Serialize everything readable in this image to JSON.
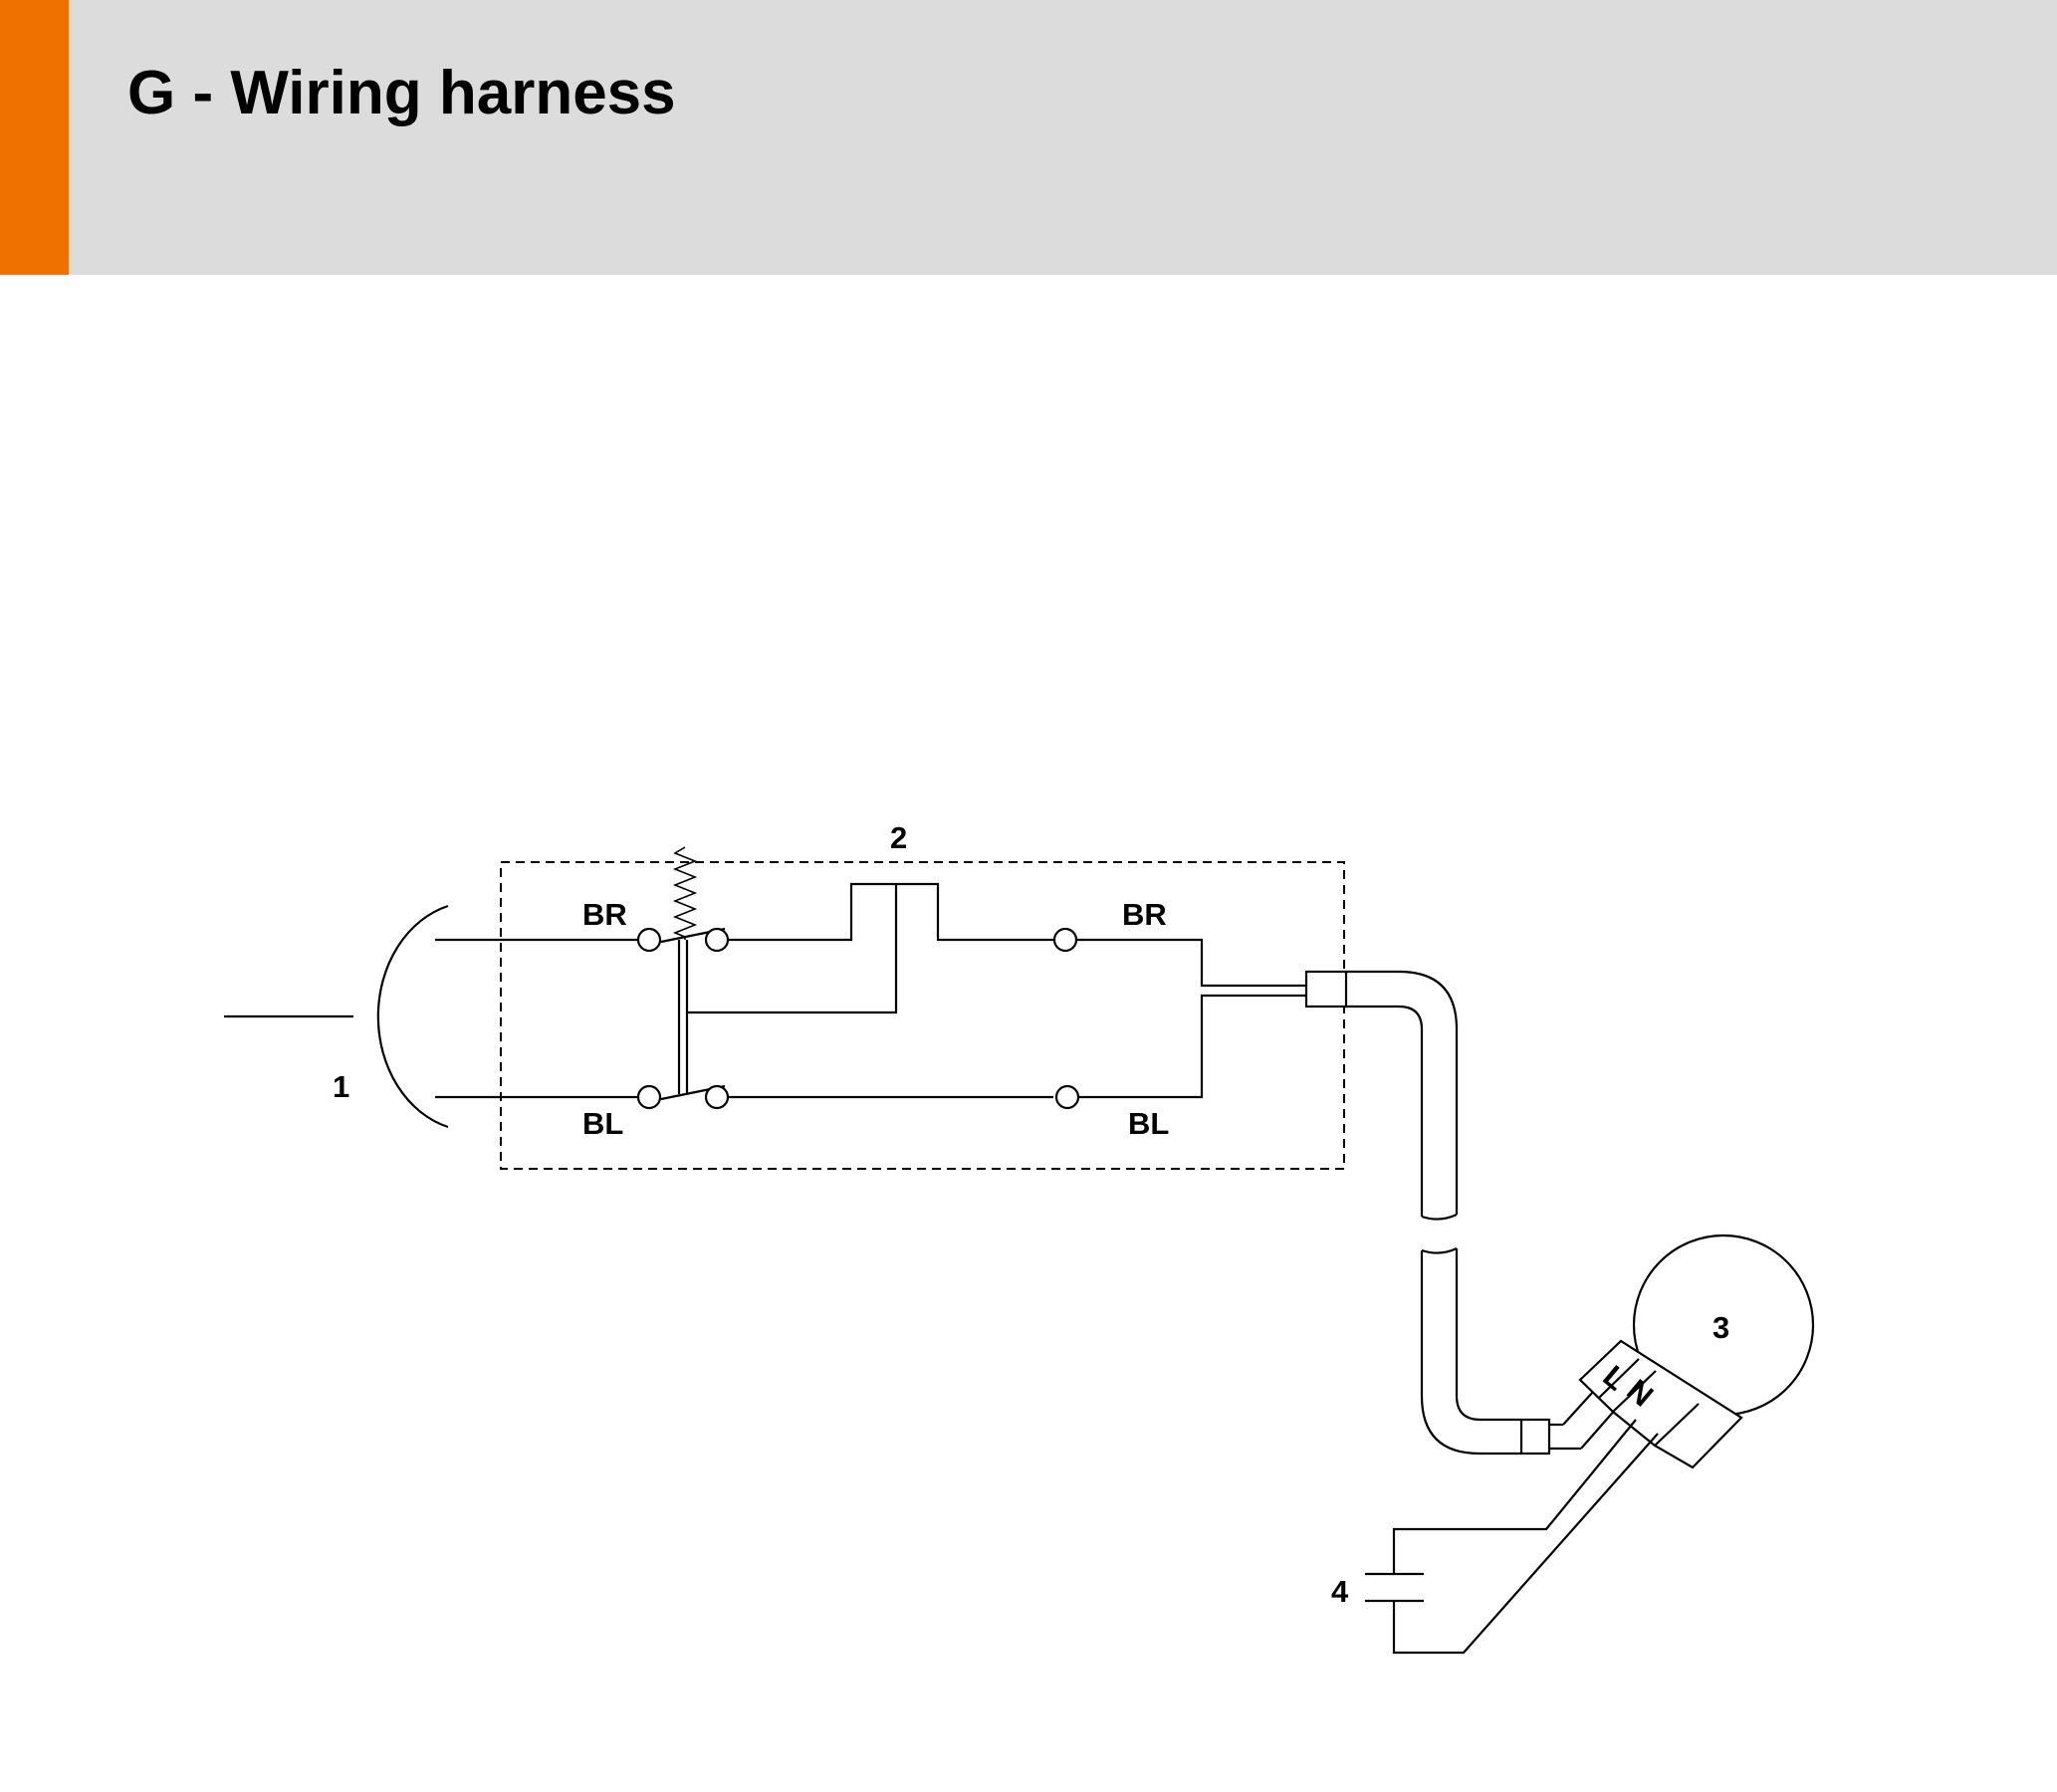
{
  "header": {
    "title": "G - Wiring harness",
    "accent_color": "#ef7100",
    "background_color": "#dbdcdb"
  },
  "diagram": {
    "callouts": {
      "plug": "1",
      "switch_box": "2",
      "motor": "3",
      "capacitor": "4"
    },
    "wire_labels": {
      "brown_left": "BR",
      "brown_right": "BR",
      "blue_left": "BL",
      "blue_right": "BL"
    },
    "motor_terminals": {
      "line": "L",
      "neutral": "N"
    }
  }
}
